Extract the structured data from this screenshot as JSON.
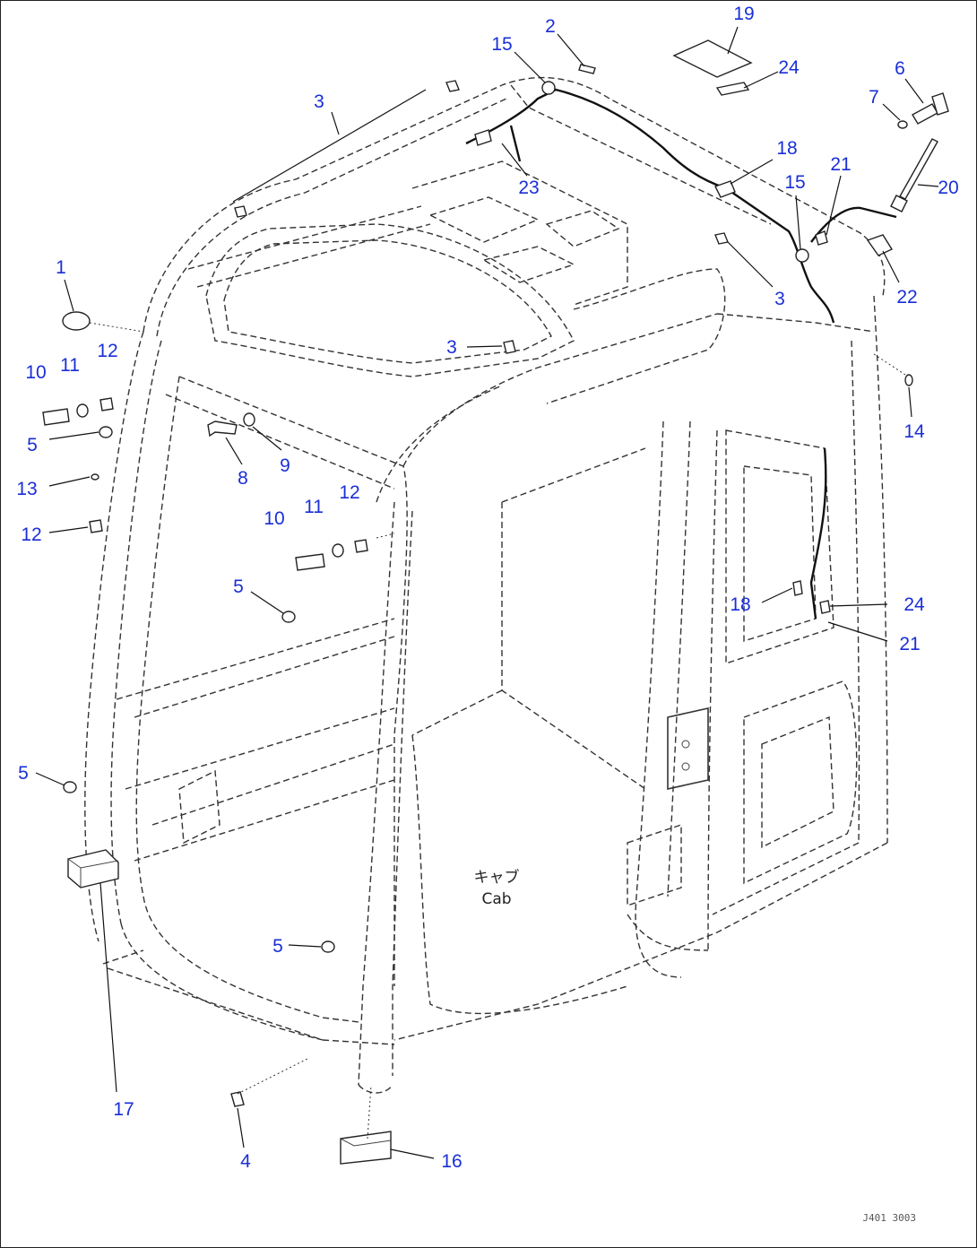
{
  "diagram": {
    "inline_label_jp": "キャブ",
    "inline_label_en": "Cab",
    "drawing_code": "J401 3003",
    "callouts": [
      {
        "id": "c19",
        "text": "19"
      },
      {
        "id": "c24a",
        "text": "24"
      },
      {
        "id": "c2",
        "text": "2"
      },
      {
        "id": "c15a",
        "text": "15"
      },
      {
        "id": "c6",
        "text": "6"
      },
      {
        "id": "c7",
        "text": "7"
      },
      {
        "id": "c3a",
        "text": "3"
      },
      {
        "id": "c18a",
        "text": "18"
      },
      {
        "id": "c21a",
        "text": "21"
      },
      {
        "id": "c15b",
        "text": "15"
      },
      {
        "id": "c20",
        "text": "20"
      },
      {
        "id": "c23",
        "text": "23"
      },
      {
        "id": "c1",
        "text": "1"
      },
      {
        "id": "c3b",
        "text": "3"
      },
      {
        "id": "c22",
        "text": "22"
      },
      {
        "id": "c3c",
        "text": "3"
      },
      {
        "id": "c10a",
        "text": "10"
      },
      {
        "id": "c11a",
        "text": "11"
      },
      {
        "id": "c12a",
        "text": "12"
      },
      {
        "id": "c14",
        "text": "14"
      },
      {
        "id": "c5a",
        "text": "5"
      },
      {
        "id": "c8",
        "text": "8"
      },
      {
        "id": "c9",
        "text": "9"
      },
      {
        "id": "c13",
        "text": "13"
      },
      {
        "id": "c10b",
        "text": "10"
      },
      {
        "id": "c11b",
        "text": "11"
      },
      {
        "id": "c12b",
        "text": "12"
      },
      {
        "id": "c12c",
        "text": "12"
      },
      {
        "id": "c5b",
        "text": "5"
      },
      {
        "id": "c18b",
        "text": "18"
      },
      {
        "id": "c24b",
        "text": "24"
      },
      {
        "id": "c21b",
        "text": "21"
      },
      {
        "id": "c5c",
        "text": "5"
      },
      {
        "id": "c5d",
        "text": "5"
      },
      {
        "id": "c17",
        "text": "17"
      },
      {
        "id": "c4",
        "text": "4"
      },
      {
        "id": "c16",
        "text": "16"
      }
    ]
  }
}
